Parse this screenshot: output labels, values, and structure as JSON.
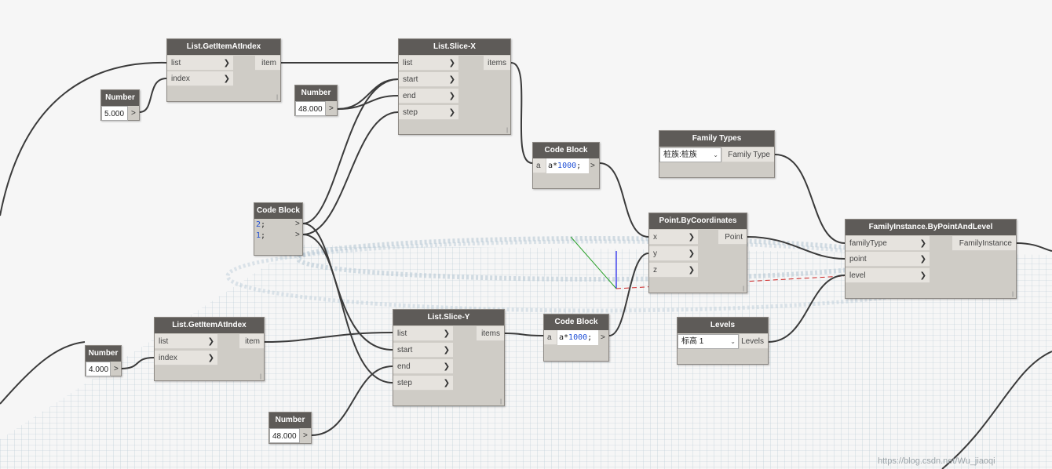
{
  "nodes": {
    "getitem_top": {
      "title": "List.GetItemAtIndex",
      "in1": "list",
      "in2": "index",
      "out": "item"
    },
    "getitem_bottom": {
      "title": "List.GetItemAtIndex",
      "in1": "list",
      "in2": "index",
      "out": "item"
    },
    "number_5": {
      "title": "Number",
      "value": "5.000"
    },
    "number_48_top": {
      "title": "Number",
      "value": "48.000"
    },
    "number_4": {
      "title": "Number",
      "value": "4.000"
    },
    "number_48_bottom": {
      "title": "Number",
      "value": "48.000"
    },
    "slice_x": {
      "title": "List.Slice-X",
      "in1": "list",
      "in2": "start",
      "in3": "end",
      "in4": "step",
      "out": "items"
    },
    "slice_y": {
      "title": "List.Slice-Y",
      "in1": "list",
      "in2": "start",
      "in3": "end",
      "in4": "step",
      "out": "items"
    },
    "code_12": {
      "title": "Code Block",
      "line1_num": "2",
      "line1_rest": ";",
      "line2_num": "1",
      "line2_rest": ";"
    },
    "code_x": {
      "title": "Code Block",
      "port": "a",
      "code_prefix": "a*",
      "code_num": "1000",
      "code_suffix": ";"
    },
    "code_y": {
      "title": "Code Block",
      "port": "a",
      "code_prefix": "a*",
      "code_num": "1000",
      "code_suffix": ";"
    },
    "point": {
      "title": "Point.ByCoordinates",
      "in1": "x",
      "in2": "y",
      "in3": "z",
      "out": "Point"
    },
    "family_types": {
      "title": "Family Types",
      "selected": "桩族:桩族",
      "out": "Family Type"
    },
    "levels": {
      "title": "Levels",
      "selected": "标高 1",
      "out": "Levels"
    },
    "family_instance": {
      "title": "FamilyInstance.ByPointAndLevel",
      "in1": "familyType",
      "in2": "point",
      "in3": "level",
      "out": "FamilyInstance"
    }
  },
  "arrow_glyph": ">",
  "watermark": "https://blog.csdn.net/Wu_jiaoqi",
  "colors": {
    "header": "#5e5b58",
    "body": "#cfccc6",
    "wire": "#3b3b3b",
    "grid": "#a9bfcc",
    "accent": "#1f4fd6"
  }
}
